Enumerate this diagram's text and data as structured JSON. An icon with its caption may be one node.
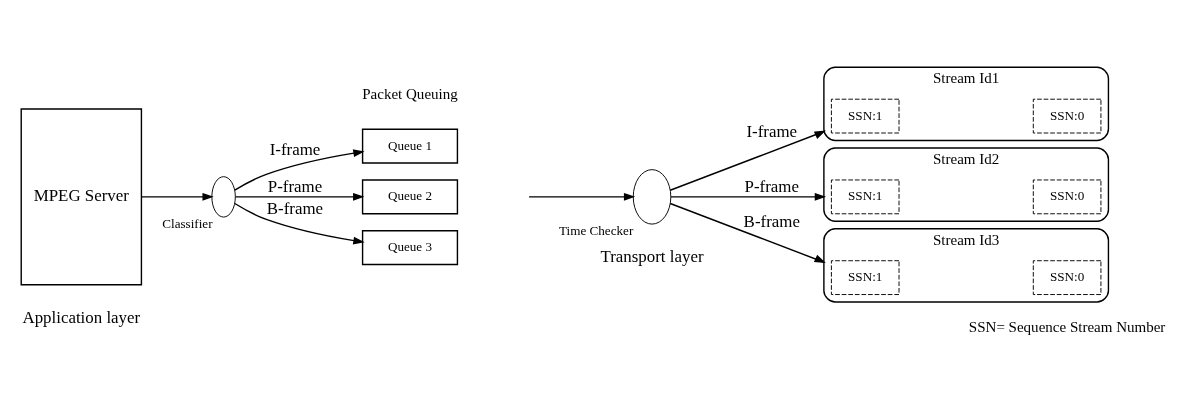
{
  "diagram": {
    "nodes": [
      {
        "text": [
          "MPEG Server"
        ]
      },
      {
        "text": [],
        "shape": "ellipse",
        "beside": [
          "Classifier"
        ]
      },
      {
        "text": [
          "Queue 1"
        ]
      },
      {
        "text": [
          "Queue 2"
        ]
      },
      {
        "text": [
          "Queue 3"
        ]
      },
      {
        "text": [],
        "shape": "ellipse",
        "beside": [
          "Time Checker"
        ]
      },
      {
        "text": [
          "Stream Id1"
        ]
      },
      {
        "text": [
          "SSN:1"
        ],
        "in": 6
      },
      {
        "text": [
          "SSN:0"
        ],
        "in": 6
      },
      {
        "text": [
          "Stream Id2"
        ]
      },
      {
        "text": [
          "SSN:1"
        ],
        "in": 9
      },
      {
        "text": [
          "SSN:0"
        ],
        "in": 9
      },
      {
        "text": [
          "Stream Id3"
        ]
      },
      {
        "text": [
          "SSN:1"
        ],
        "in": 12
      },
      {
        "text": [
          "SSN:0"
        ],
        "in": 12
      }
    ],
    "edges": [
      {
        "from": 0,
        "to": 1,
        "arrow": "to"
      },
      {
        "from": 1,
        "to": 2,
        "arrow": "to",
        "label": "I-frame"
      },
      {
        "from": 1,
        "to": 3,
        "arrow": "to",
        "label": "P-frame"
      },
      {
        "from": 1,
        "to": 4,
        "arrow": "to",
        "label": "B-frame"
      },
      {
        "from": null,
        "to": 5,
        "arrow": "to"
      },
      {
        "from": 5,
        "to": 6,
        "arrow": "to",
        "label": "I-frame"
      },
      {
        "from": 5,
        "to": 9,
        "arrow": "to",
        "label": "P-frame"
      },
      {
        "from": 5,
        "to": 12,
        "arrow": "to",
        "label": "B-frame"
      }
    ],
    "labels": [
      "Application layer",
      "Transport layer",
      "SSN= Sequence Stream Number",
      "Packet Queuing"
    ]
  }
}
